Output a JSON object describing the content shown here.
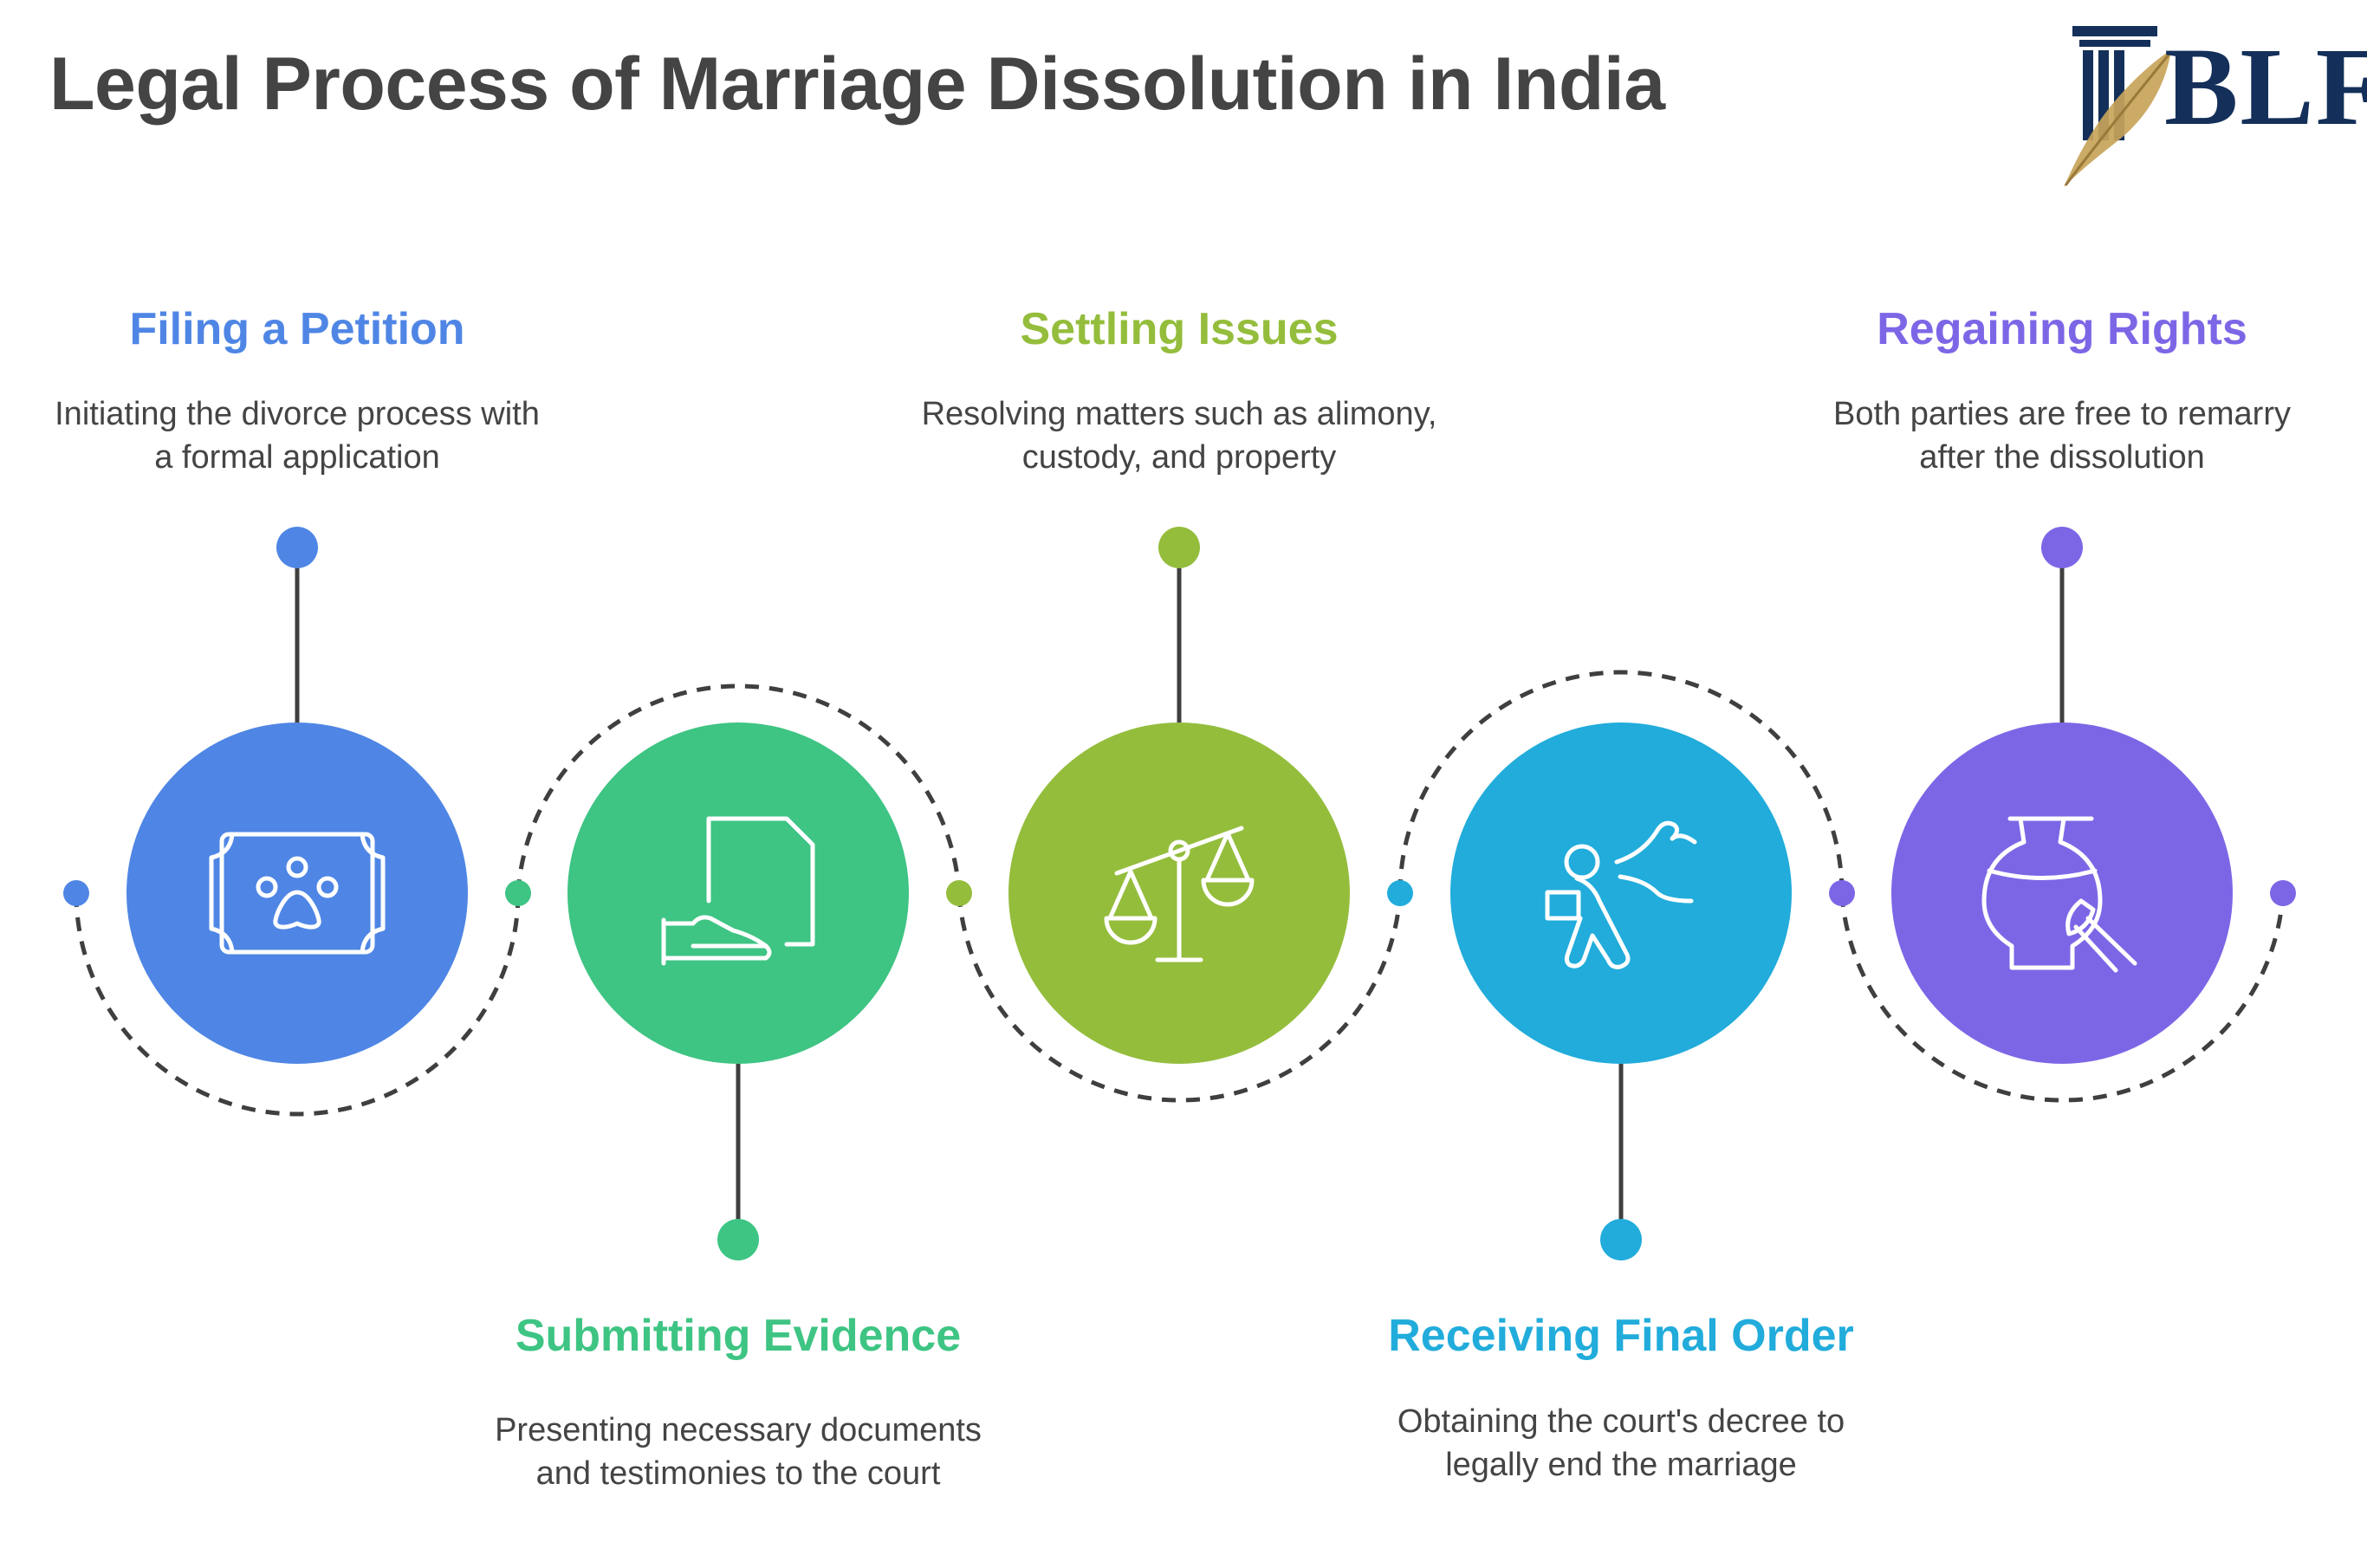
{
  "title": "Legal Process of Marriage Dissolution in India",
  "logo": {
    "text": "BLF"
  },
  "colors": {
    "step1": "#4f86e5",
    "step2": "#3ec483",
    "step3": "#94bd3c",
    "step4": "#21acdb",
    "step5": "#7d66e6",
    "dash": "#3f3f3f",
    "connector": "#3f3f3f",
    "text": "#444444",
    "logo_navy": "#14305a",
    "logo_gold": "#c8a45a"
  },
  "steps": [
    {
      "title": "Filing a Petition",
      "description": "Initiating the divorce process with a formal application",
      "icon": "certificate-paw-icon",
      "label_position": "top"
    },
    {
      "title": "Submitting Evidence",
      "description": "Presenting necessary documents and testimonies to the court",
      "icon": "document-hand-icon",
      "label_position": "bottom"
    },
    {
      "title": "Settling Issues",
      "description": "Resolving matters such as alimony, custody, and property",
      "icon": "scales-icon",
      "label_position": "top"
    },
    {
      "title": "Receiving Final Order",
      "description": "Obtaining the court's decree to legally end the marriage",
      "icon": "courier-delivery-icon",
      "label_position": "bottom"
    },
    {
      "title": "Regaining Rights",
      "description": "Both parties are free to remarry after the dissolution",
      "icon": "vase-brush-icon",
      "label_position": "top"
    }
  ]
}
